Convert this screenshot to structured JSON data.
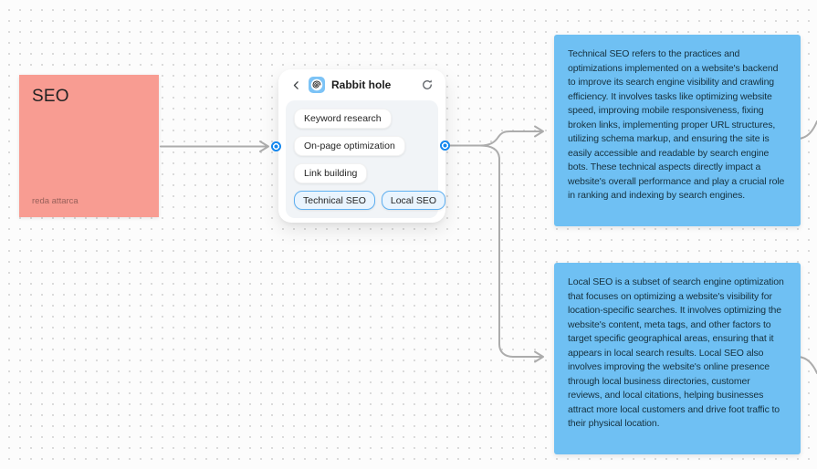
{
  "colors": {
    "sticky": "#F89C92",
    "note-blue": "#6FC0F3",
    "accent-blue": "#1588EE",
    "connector": "#ACACAC",
    "pill-selected-border": "#5FB0F1"
  },
  "sticky": {
    "title": "SEO",
    "author": "reda attarca"
  },
  "card": {
    "title": "Rabbit hole",
    "icons": {
      "back": "chevron-left-icon",
      "app": "spiral-icon",
      "refresh": "refresh-icon"
    },
    "pills": [
      "Keyword research",
      "On-page optimization",
      "Link building"
    ],
    "selected": [
      "Technical SEO",
      "Local SEO"
    ]
  },
  "notes": {
    "technical": {
      "text": "Technical SEO refers to the practices and optimizations implemented on a website's backend to improve its search engine visibility and crawling efficiency. It involves tasks like optimizing website speed, improving mobile responsiveness, fixing broken links, implementing proper URL structures, utilizing schema markup, and ensuring the site is easily accessible and readable by search engine bots. These technical aspects directly impact a website's overall performance and play a crucial role in ranking and indexing by search engines."
    },
    "local": {
      "text": "Local SEO is a subset of search engine optimization that focuses on optimizing a website's visibility for location-specific searches. It involves optimizing the website's content, meta tags, and other factors to target specific geographical areas, ensuring that it appears in local search results. Local SEO also involves improving the website's online presence through local business directories, customer reviews, and local citations, helping businesses attract more local customers and drive foot traffic to their physical location."
    }
  }
}
